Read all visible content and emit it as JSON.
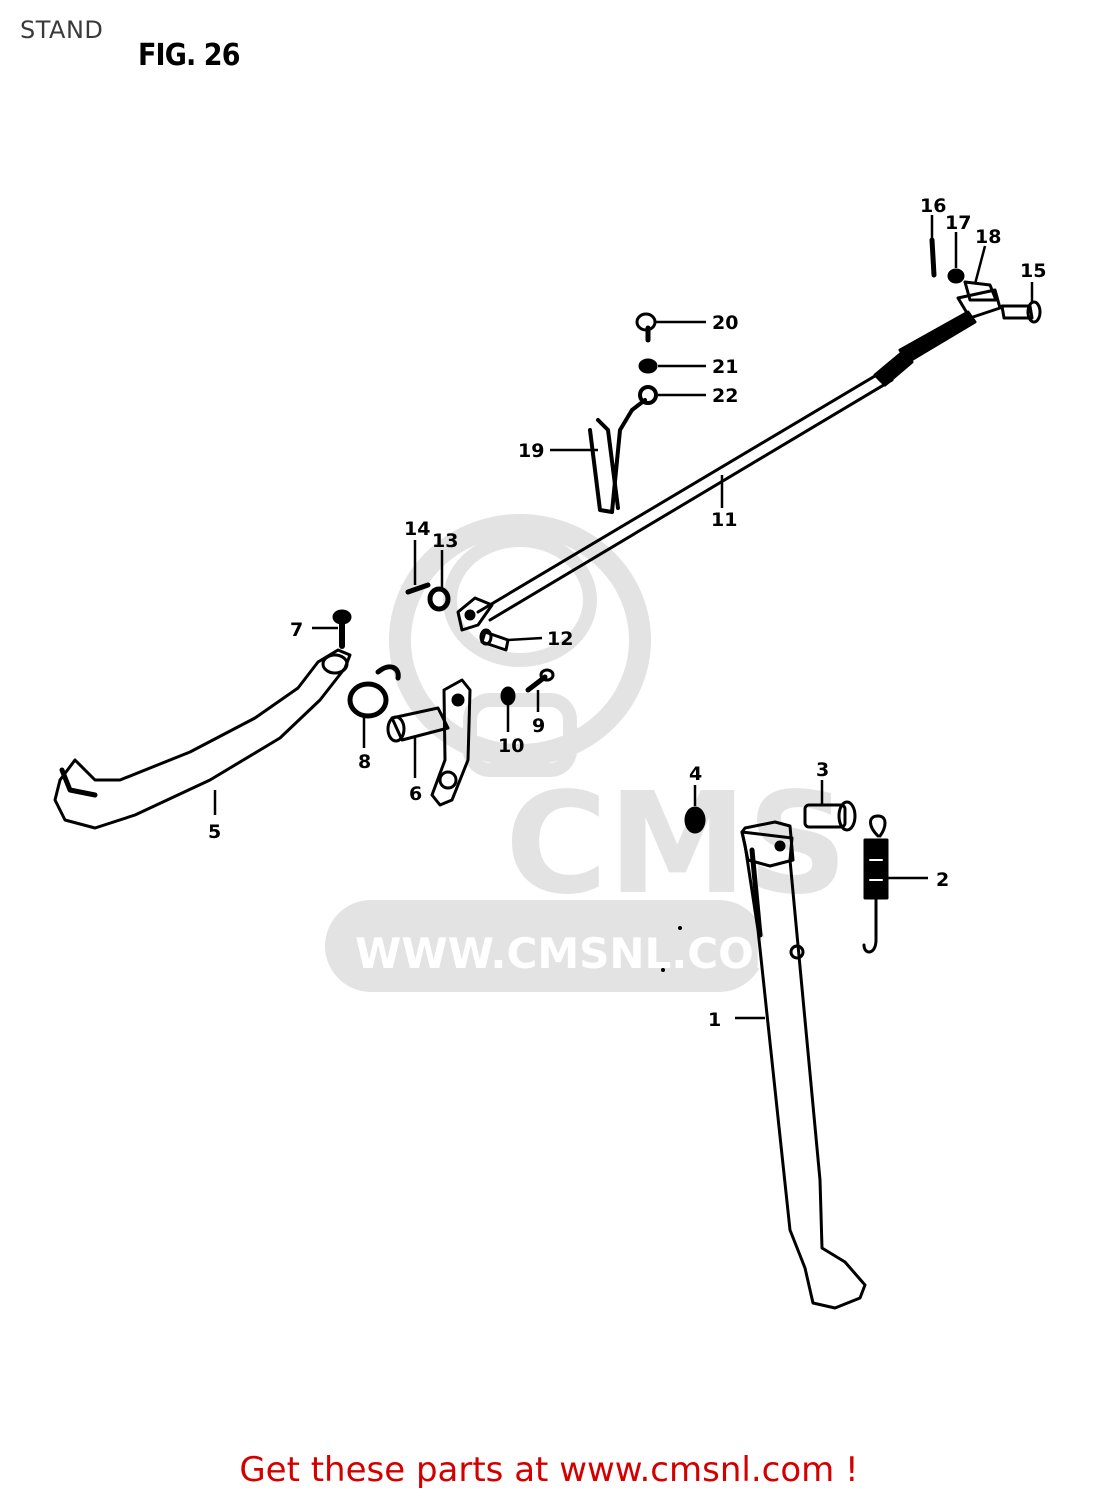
{
  "header": {
    "section_title": "STAND",
    "figure_title": "FIG. 26"
  },
  "watermark": {
    "text": "WWW.CMSNL.COM",
    "logo_text": "CMS",
    "color": "#e3e3e3"
  },
  "callouts": [
    {
      "id": "1",
      "label": "1"
    },
    {
      "id": "2",
      "label": "2"
    },
    {
      "id": "3",
      "label": "3"
    },
    {
      "id": "4",
      "label": "4"
    },
    {
      "id": "5",
      "label": "5"
    },
    {
      "id": "6",
      "label": "6"
    },
    {
      "id": "7",
      "label": "7"
    },
    {
      "id": "8",
      "label": "8"
    },
    {
      "id": "9",
      "label": "9"
    },
    {
      "id": "10",
      "label": "10"
    },
    {
      "id": "11",
      "label": "11"
    },
    {
      "id": "12",
      "label": "12"
    },
    {
      "id": "13",
      "label": "13"
    },
    {
      "id": "14",
      "label": "14"
    },
    {
      "id": "15",
      "label": "15"
    },
    {
      "id": "16",
      "label": "16"
    },
    {
      "id": "17",
      "label": "17"
    },
    {
      "id": "18",
      "label": "18"
    },
    {
      "id": "19",
      "label": "19"
    },
    {
      "id": "20",
      "label": "20"
    },
    {
      "id": "21",
      "label": "21"
    },
    {
      "id": "22",
      "label": "22"
    }
  ],
  "footer": {
    "promo_prefix": "Get these parts at ",
    "promo_link": "www.cmsnl.com",
    "promo_suffix": " !",
    "promo_color": "#d40000"
  }
}
